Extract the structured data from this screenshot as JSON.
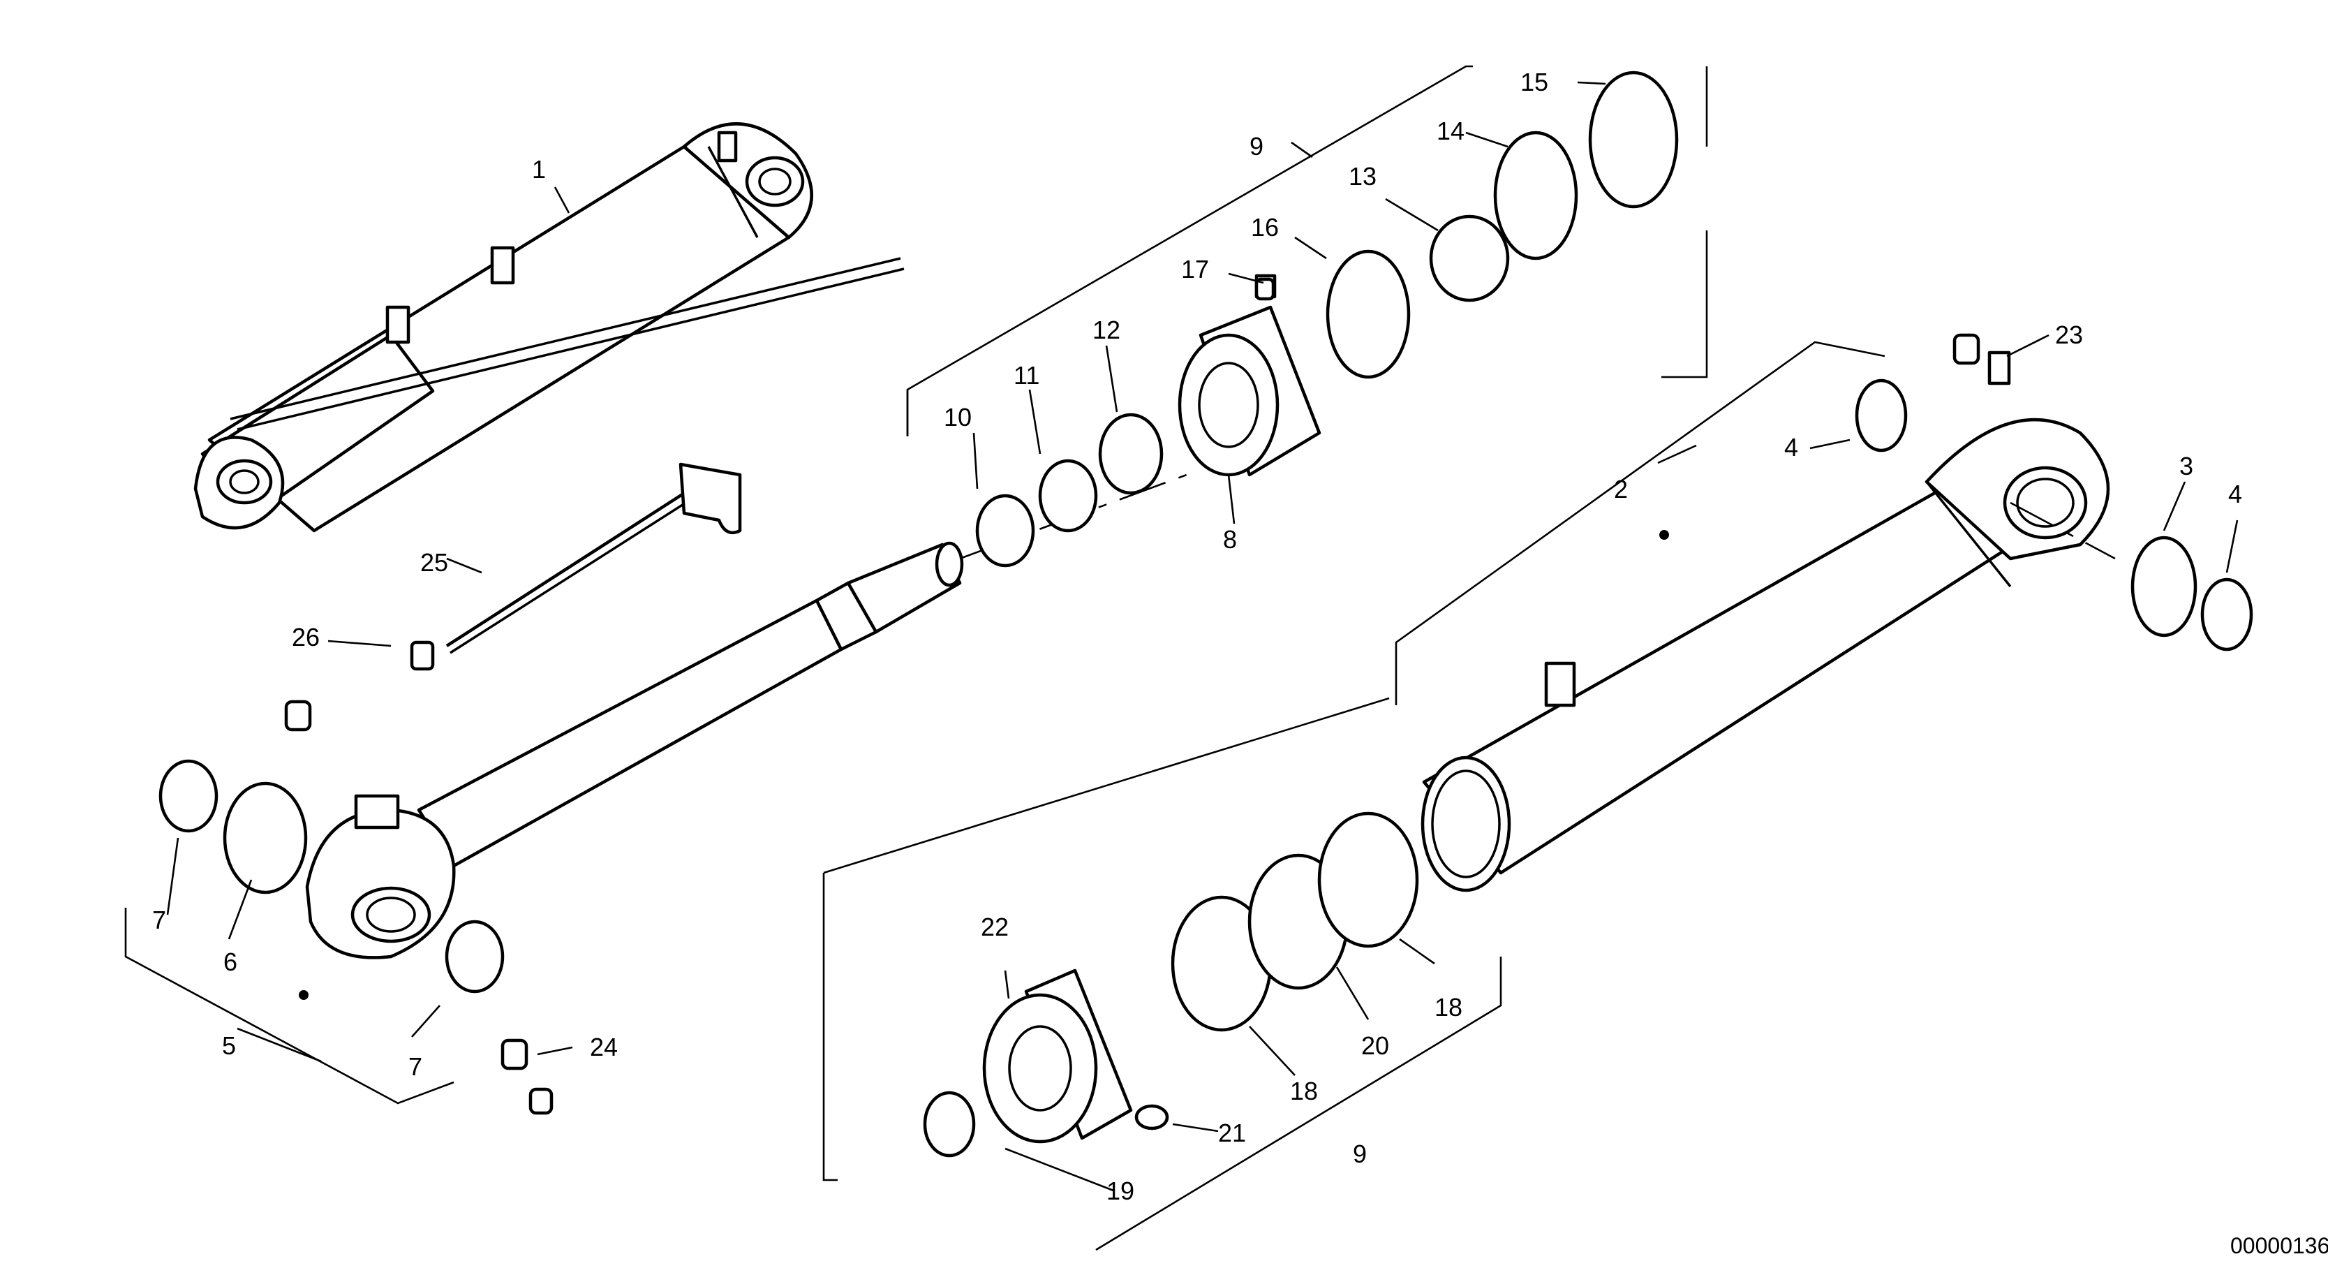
{
  "document_number": "00000136",
  "callouts": {
    "c1": "1",
    "c2": "2",
    "c3": "3",
    "c4a": "4",
    "c4b": "4",
    "c5": "5",
    "c6": "6",
    "c7a": "7",
    "c7b": "7",
    "c8": "8",
    "c9a": "9",
    "c9b": "9",
    "c10": "10",
    "c11": "11",
    "c12": "12",
    "c13": "13",
    "c14": "14",
    "c15": "15",
    "c16": "16",
    "c17": "17",
    "c18a": "18",
    "c18b": "18",
    "c19": "19",
    "c20": "20",
    "c21": "21",
    "c22": "22",
    "c23": "23",
    "c24": "24",
    "c25": "25",
    "c26": "26"
  },
  "colors": {
    "line": "#000000",
    "background": "#ffffff"
  }
}
